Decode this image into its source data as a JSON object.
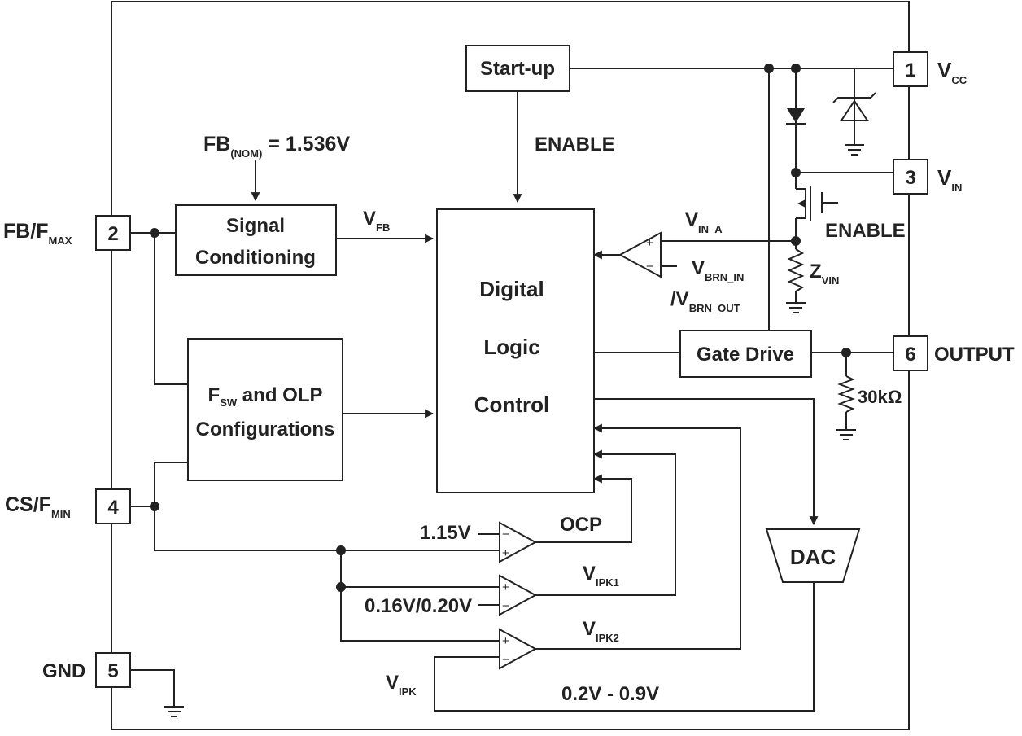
{
  "blocks": {
    "startup": "Start-up",
    "signal_conditioning_line1": "Signal",
    "signal_conditioning_line2": "Conditioning",
    "fsw_olp_F": "F",
    "fsw_olp_sub": "SW",
    "fsw_olp_rest": " and OLP",
    "fsw_olp_line2": "Configurations",
    "logic_line1": "Digital",
    "logic_line2": "Logic",
    "logic_line3": "Control",
    "gate_drive": "Gate Drive",
    "dac": "DAC"
  },
  "pins": {
    "p1": {
      "number": "1",
      "name": "V",
      "sub": "CC"
    },
    "p2": {
      "number": "2",
      "name": "FB/F",
      "sub": "MAX"
    },
    "p3": {
      "number": "3",
      "name": "V",
      "sub": "IN"
    },
    "p4": {
      "number": "4",
      "name": "CS/F",
      "sub": "MIN"
    },
    "p5": {
      "number": "5",
      "name": "GND"
    },
    "p6": {
      "number": "6",
      "name": "OUTPUT"
    }
  },
  "labels": {
    "fb_nom": {
      "main": "FB",
      "sub": "(NOM)",
      "rest": " = 1.536V"
    },
    "enable_startup": "ENABLE",
    "enable_switch": "ENABLE",
    "vfb": {
      "main": "V",
      "sub": "FB"
    },
    "vin_a": {
      "main": "V",
      "sub": "IN_A"
    },
    "vbrn_in": {
      "main": "V",
      "sub": "BRN_IN"
    },
    "vbrn_out": {
      "main": "/V",
      "sub": "BRN_OUT"
    },
    "zvin": {
      "main": "Z",
      "sub": "VIN"
    },
    "resistor_30k": "30kΩ",
    "ocp_ref": "1.15V",
    "ocp": "OCP",
    "vipk1_ref": "0.16V/0.20V",
    "vipk1": {
      "main": "V",
      "sub": "IPK1"
    },
    "vipk2": {
      "main": "V",
      "sub": "IPK2"
    },
    "vipk": {
      "main": "V",
      "sub": "IPK"
    },
    "dac_range": "0.2V - 0.9V"
  },
  "comparator_signs": {
    "plus": "+",
    "minus": "−"
  }
}
